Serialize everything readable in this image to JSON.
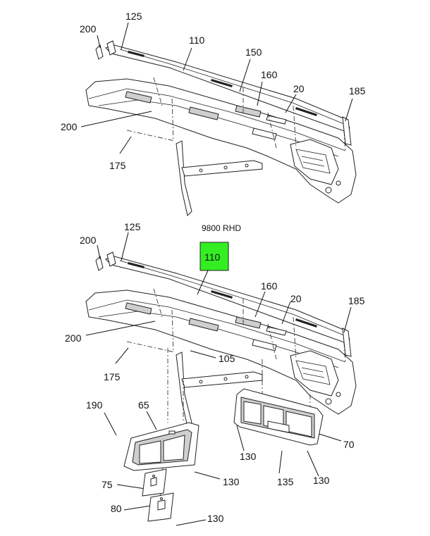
{
  "caption": "9800 RHD",
  "highlight_color": "#33ee22",
  "highlight_label": "110",
  "top_callouts": {
    "c125": "125",
    "c200a": "200",
    "c110": "110",
    "c150": "150",
    "c160": "160",
    "c20": "20",
    "c185": "185",
    "c200b": "200",
    "c175": "175"
  },
  "bottom_callouts": {
    "c125": "125",
    "c200a": "200",
    "c160": "160",
    "c20": "20",
    "c185": "185",
    "c200b": "200",
    "c105": "105",
    "c175": "175",
    "c190": "190",
    "c65": "65",
    "c130a": "130",
    "c70": "70",
    "c75": "75",
    "c130b": "130",
    "c135": "135",
    "c130c": "130",
    "c80": "80",
    "c130d": "130"
  }
}
